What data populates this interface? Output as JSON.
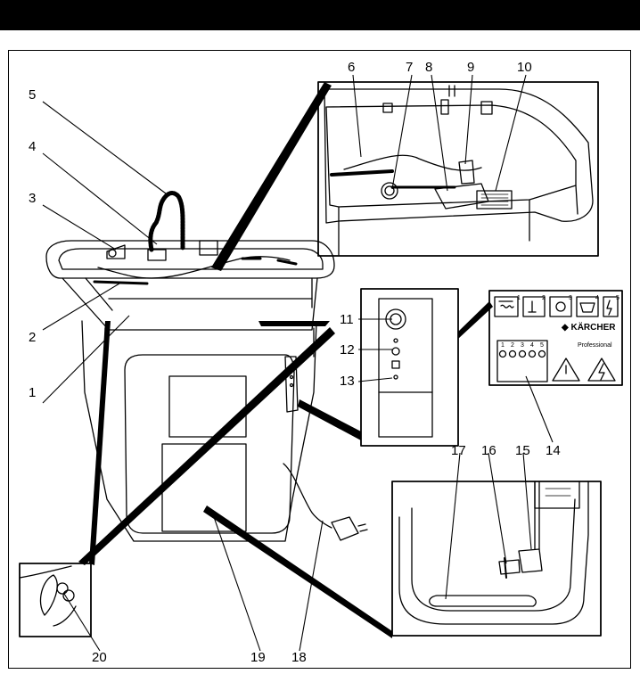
{
  "callouts": [
    "1",
    "2",
    "3",
    "4",
    "5",
    "6",
    "7",
    "8",
    "9",
    "10",
    "11",
    "12",
    "13",
    "14",
    "15",
    "16",
    "17",
    "18",
    "19",
    "20"
  ],
  "control_panel": {
    "brand": "KÄRCHER",
    "brand_mark": "◆",
    "subtitle": "Professional",
    "icon_numbers": [
      "1",
      "2",
      "3",
      "4",
      "5"
    ],
    "led_numbers": [
      "1",
      "2",
      "3",
      "4",
      "5"
    ]
  },
  "colors": {
    "line": "#000000",
    "topbar": "#000000",
    "background": "#ffffff"
  }
}
